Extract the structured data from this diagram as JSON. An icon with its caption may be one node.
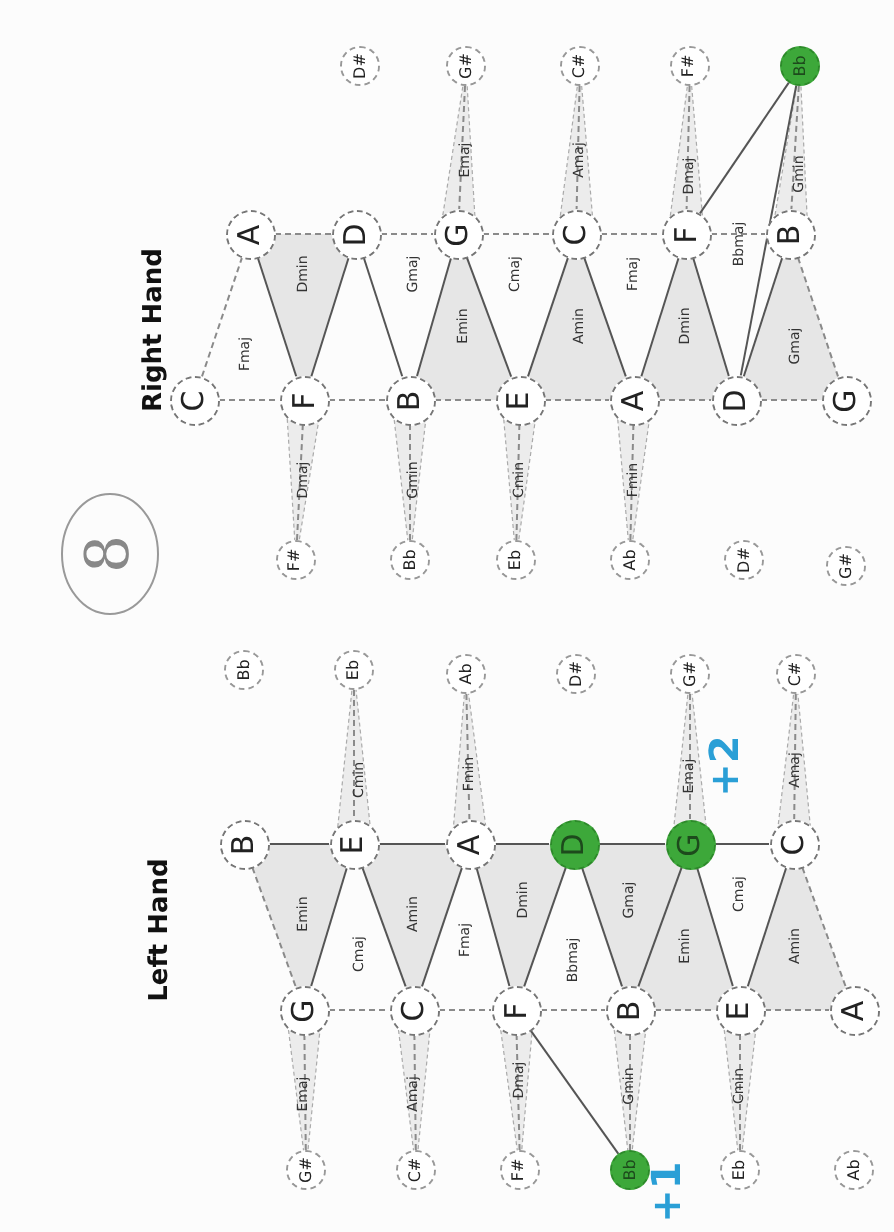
{
  "diagram": {
    "nodes": [
      {
        "text": [
          "D#"
        ]
      },
      {
        "text": [
          "G#"
        ]
      },
      {
        "text": [
          "C#"
        ]
      },
      {
        "text": [
          "F#"
        ]
      },
      {
        "text": [
          "Bb"
        ]
      },
      {
        "text": [
          "A"
        ]
      },
      {
        "text": [
          "D"
        ]
      },
      {
        "text": [
          "G"
        ]
      },
      {
        "text": [
          "C"
        ]
      },
      {
        "text": [
          "F"
        ]
      },
      {
        "text": [
          "B"
        ]
      },
      {
        "text": [
          "C"
        ]
      },
      {
        "text": [
          "F"
        ]
      },
      {
        "text": [
          "B"
        ]
      },
      {
        "text": [
          "E"
        ]
      },
      {
        "text": [
          "A"
        ]
      },
      {
        "text": [
          "D"
        ]
      },
      {
        "text": [
          "G"
        ]
      },
      {
        "text": [
          "F#"
        ]
      },
      {
        "text": [
          "Bb"
        ]
      },
      {
        "text": [
          "Eb"
        ]
      },
      {
        "text": [
          "Ab"
        ]
      },
      {
        "text": [
          "D#"
        ]
      },
      {
        "text": [
          "G#"
        ]
      },
      {
        "text": [
          "Bb"
        ]
      },
      {
        "text": [
          "Eb"
        ]
      },
      {
        "text": [
          "Ab"
        ]
      },
      {
        "text": [
          "D#"
        ]
      },
      {
        "text": [
          "G#"
        ]
      },
      {
        "text": [
          "C#"
        ]
      },
      {
        "text": [
          "B"
        ]
      },
      {
        "text": [
          "E"
        ]
      },
      {
        "text": [
          "A"
        ]
      },
      {
        "text": [
          "D"
        ]
      },
      {
        "text": [
          "G"
        ]
      },
      {
        "text": [
          "C"
        ]
      },
      {
        "text": [
          "G"
        ]
      },
      {
        "text": [
          "C"
        ]
      },
      {
        "text": [
          "F"
        ]
      },
      {
        "text": [
          "B"
        ]
      },
      {
        "text": [
          "E"
        ]
      },
      {
        "text": [
          "A"
        ]
      },
      {
        "text": [
          "G#"
        ]
      },
      {
        "text": [
          "C#"
        ]
      },
      {
        "text": [
          "F#"
        ]
      },
      {
        "text": [
          "Bb"
        ]
      },
      {
        "text": [
          "Eb"
        ]
      },
      {
        "text": [
          "Ab"
        ]
      }
    ],
    "edges": [
      {
        "from": 5,
        "to": 6,
        "arrow": "none",
        "style": "dashed"
      },
      {
        "from": 6,
        "to": 7,
        "arrow": "none",
        "style": "dashed"
      },
      {
        "from": 7,
        "to": 8,
        "arrow": "none",
        "style": "dashed"
      },
      {
        "from": 8,
        "to": 9,
        "arrow": "none",
        "style": "dashed"
      },
      {
        "from": 9,
        "to": 10,
        "arrow": "none",
        "style": "dashed"
      },
      {
        "from": 11,
        "to": 12,
        "arrow": "none",
        "style": "dashed"
      },
      {
        "from": 12,
        "to": 13,
        "arrow": "none",
        "style": "dashed"
      },
      {
        "from": 13,
        "to": 14,
        "arrow": "none",
        "style": "dashed"
      },
      {
        "from": 14,
        "to": 15,
        "arrow": "none",
        "style": "dashed"
      },
      {
        "from": 15,
        "to": 16,
        "arrow": "none",
        "style": "dashed"
      },
      {
        "from": 16,
        "to": 17,
        "arrow": "none",
        "style": "dashed"
      },
      {
        "from": 11,
        "to": 5,
        "arrow": "none",
        "style": "dashed"
      },
      {
        "from": 5,
        "to": 12,
        "arrow": "none"
      },
      {
        "from": 12,
        "to": 6,
        "arrow": "none"
      },
      {
        "from": 6,
        "to": 13,
        "arrow": "none"
      },
      {
        "from": 13,
        "to": 7,
        "arrow": "none"
      },
      {
        "from": 7,
        "to": 14,
        "arrow": "none"
      },
      {
        "from": 14,
        "to": 8,
        "arrow": "none"
      },
      {
        "from": 8,
        "to": 15,
        "arrow": "none"
      },
      {
        "from": 15,
        "to": 9,
        "arrow": "none"
      },
      {
        "from": 9,
        "to": 16,
        "arrow": "none"
      },
      {
        "from": 16,
        "to": 10,
        "arrow": "none"
      },
      {
        "from": 10,
        "to": 17,
        "arrow": "none",
        "style": "dashed"
      },
      {
        "from": 4,
        "to": 9,
        "arrow": "none"
      },
      {
        "from": 4,
        "to": 16,
        "arrow": "none"
      },
      {
        "from": 18,
        "to": 12,
        "arrow": "none",
        "style": "dashed"
      },
      {
        "from": 19,
        "to": 13,
        "arrow": "none",
        "style": "dashed"
      },
      {
        "from": 20,
        "to": 14,
        "arrow": "none",
        "style": "dashed"
      },
      {
        "from": 21,
        "to": 15,
        "arrow": "none",
        "style": "dashed"
      },
      {
        "from": 1,
        "to": 7,
        "arrow": "none",
        "style": "dashed"
      },
      {
        "from": 2,
        "to": 8,
        "arrow": "none",
        "style": "dashed"
      },
      {
        "from": 3,
        "to": 9,
        "arrow": "none",
        "style": "dashed"
      },
      {
        "from": 4,
        "to": 10,
        "arrow": "none",
        "style": "dashed"
      },
      {
        "from": 30,
        "to": 31,
        "arrow": "none"
      },
      {
        "from": 31,
        "to": 32,
        "arrow": "none"
      },
      {
        "from": 32,
        "to": 33,
        "arrow": "none"
      },
      {
        "from": 33,
        "to": 34,
        "arrow": "none"
      },
      {
        "from": 34,
        "to": 35,
        "arrow": "none"
      },
      {
        "from": 36,
        "to": 37,
        "arrow": "none",
        "style": "dashed"
      },
      {
        "from": 37,
        "to": 38,
        "arrow": "none",
        "style": "dashed"
      },
      {
        "from": 38,
        "to": 39,
        "arrow": "none",
        "style": "dashed"
      },
      {
        "from": 39,
        "to": 40,
        "arrow": "none",
        "style": "dashed"
      },
      {
        "from": 40,
        "to": 41,
        "arrow": "none",
        "style": "dashed"
      },
      {
        "from": 30,
        "to": 36,
        "arrow": "none",
        "style": "dashed"
      },
      {
        "from": 36,
        "to": 31,
        "arrow": "none"
      },
      {
        "from": 31,
        "to": 37,
        "arrow": "none"
      },
      {
        "from": 37,
        "to": 32,
        "arrow": "none"
      },
      {
        "from": 32,
        "to": 38,
        "arrow": "none"
      },
      {
        "from": 38,
        "to": 33,
        "arrow": "none"
      },
      {
        "from": 33,
        "to": 39,
        "arrow": "none"
      },
      {
        "from": 39,
        "to": 34,
        "arrow": "none"
      },
      {
        "from": 34,
        "to": 40,
        "arrow": "none"
      },
      {
        "from": 40,
        "to": 35,
        "arrow": "none"
      },
      {
        "from": 35,
        "to": 41,
        "arrow": "none",
        "style": "dashed"
      },
      {
        "from": 38,
        "to": 45,
        "arrow": "none"
      },
      {
        "from": 25,
        "to": 31,
        "arrow": "none",
        "style": "dashed"
      },
      {
        "from": 26,
        "to": 32,
        "arrow": "none",
        "style": "dashed"
      },
      {
        "from": 28,
        "to": 34,
        "arrow": "none",
        "style": "dashed"
      },
      {
        "from": 29,
        "to": 35,
        "arrow": "none",
        "style": "dashed"
      },
      {
        "from": 42,
        "to": 36,
        "arrow": "none",
        "style": "dashed"
      },
      {
        "from": 43,
        "to": 37,
        "arrow": "none",
        "style": "dashed"
      },
      {
        "from": 44,
        "to": 38,
        "arrow": "none",
        "style": "dashed"
      },
      {
        "from": 45,
        "to": 39,
        "arrow": "none",
        "style": "dashed"
      },
      {
        "from": 46,
        "to": 40,
        "arrow": "none",
        "style": "dashed"
      }
    ],
    "labels": [
      "Right Hand",
      "Fmaj",
      "Dmin",
      "Dmaj",
      "Gmaj",
      "Gmin",
      "Emaj",
      "Emin",
      "Cmaj",
      "Cmin",
      "Amaj",
      "Amin",
      "Fmaj",
      "Fmin",
      "Dmaj",
      "Dmin",
      "Bbmaj",
      "Gmin",
      "Gmaj",
      "8",
      "Left Hand",
      "Cmin",
      "Emin",
      "Cmaj",
      "Amin",
      "Emaj",
      "Amaj",
      "Fmin",
      "Fmaj",
      "Dmin",
      "Dmaj",
      "Bbmaj",
      "Gmaj",
      "Gmin",
      "Emaj",
      "Emin",
      "Cmaj",
      "Cmin",
      "Amaj",
      "Amin",
      "+2",
      "+1"
    ]
  }
}
